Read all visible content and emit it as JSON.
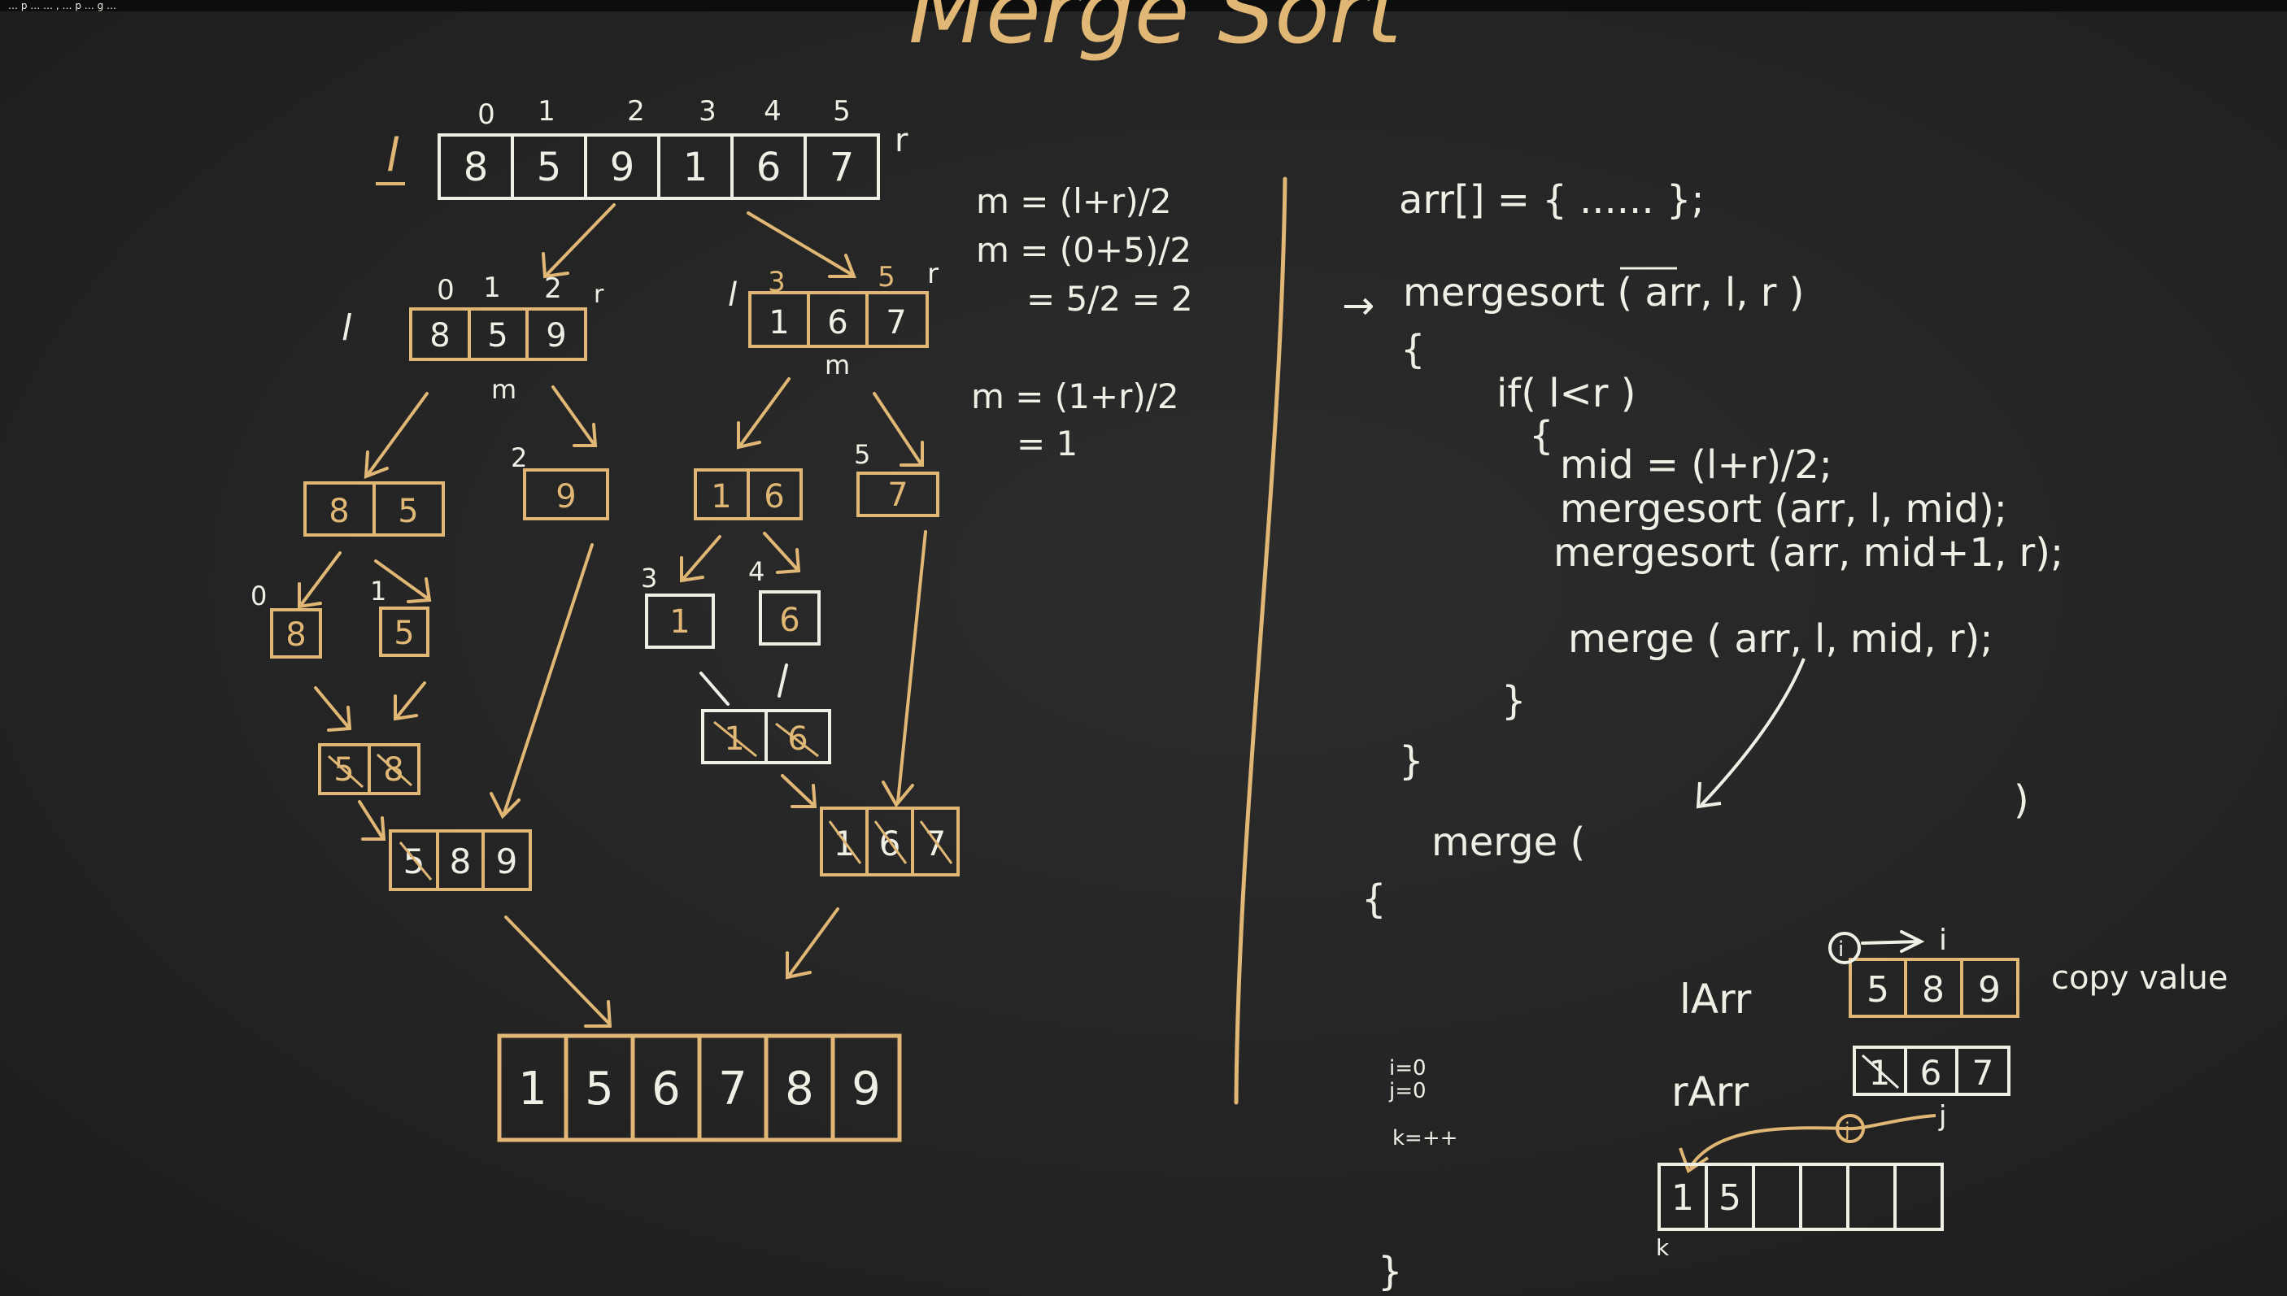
{
  "title": "Merge Sort",
  "top_bar_text": "… p … … , … p … g …",
  "indices": {
    "top": [
      "0",
      "1",
      "2",
      "3",
      "4",
      "5"
    ],
    "left_half": [
      "0",
      "1",
      "2"
    ],
    "right_half": [
      "3",
      "5"
    ],
    "split_left": "2",
    "split_right": "5",
    "leaf_left": [
      "0",
      "1"
    ],
    "leaf_right": [
      "3",
      "4"
    ]
  },
  "labels": {
    "l": "l",
    "r": "r",
    "m": "m",
    "k": "k"
  },
  "arrays": {
    "top": [
      "8",
      "5",
      "9",
      "1",
      "6",
      "7"
    ],
    "left_half": [
      "8",
      "5",
      "9"
    ],
    "right_half": [
      "1",
      "6",
      "7"
    ],
    "pair_85": [
      "8",
      "5"
    ],
    "single_9": [
      "9"
    ],
    "pair_16": [
      "1",
      "6"
    ],
    "single_7": [
      "7"
    ],
    "leaf_8": [
      "8"
    ],
    "leaf_5": [
      "5"
    ],
    "leaf_1": [
      "1"
    ],
    "leaf_6": [
      "6"
    ],
    "merged_58": [
      "5",
      "8"
    ],
    "merged_16": [
      "1",
      "6"
    ],
    "merged_589": [
      "5",
      "8",
      "9"
    ],
    "merged_167": [
      "1",
      "6",
      "7"
    ],
    "final": [
      "1",
      "5",
      "6",
      "7",
      "8",
      "9"
    ]
  },
  "math": {
    "line1": "m = (l+r)/2",
    "line2": "m = (0+5)/2",
    "line3": "= 5/2 = 2",
    "line4": "m = (1+r)/2",
    "line5": "= 1"
  },
  "code": {
    "arr_decl": "arr[] = {  ......  };",
    "arrow": "→",
    "mergesort_sig": "mergesort ( arr, l, r )",
    "open1": "{",
    "if_line": "if( l<r )",
    "open2": "{",
    "mid_line": "mid = (l+r)/2;",
    "call1": "mergesort (arr, l, mid);",
    "call2": "mergesort (arr, mid+1, r);",
    "merge_call": "merge ( arr, l, mid, r);",
    "close2": "}",
    "close1": "}",
    "merge_sig_open": "merge (",
    "merge_sig_close": ")",
    "open3": "{",
    "close3": "}"
  },
  "merge_detail": {
    "larr_label": "lArr",
    "rarr_label": "rArr",
    "larr_values": [
      "5",
      "8",
      "9"
    ],
    "rarr_values": [
      "1",
      "6",
      "7"
    ],
    "copy_note": "copy value",
    "i_marker": "i",
    "j_marker": "j",
    "output_values": [
      "1",
      "5",
      "",
      "",
      "",
      ""
    ],
    "counters": [
      "i=0",
      "j=0",
      "k=++"
    ]
  }
}
